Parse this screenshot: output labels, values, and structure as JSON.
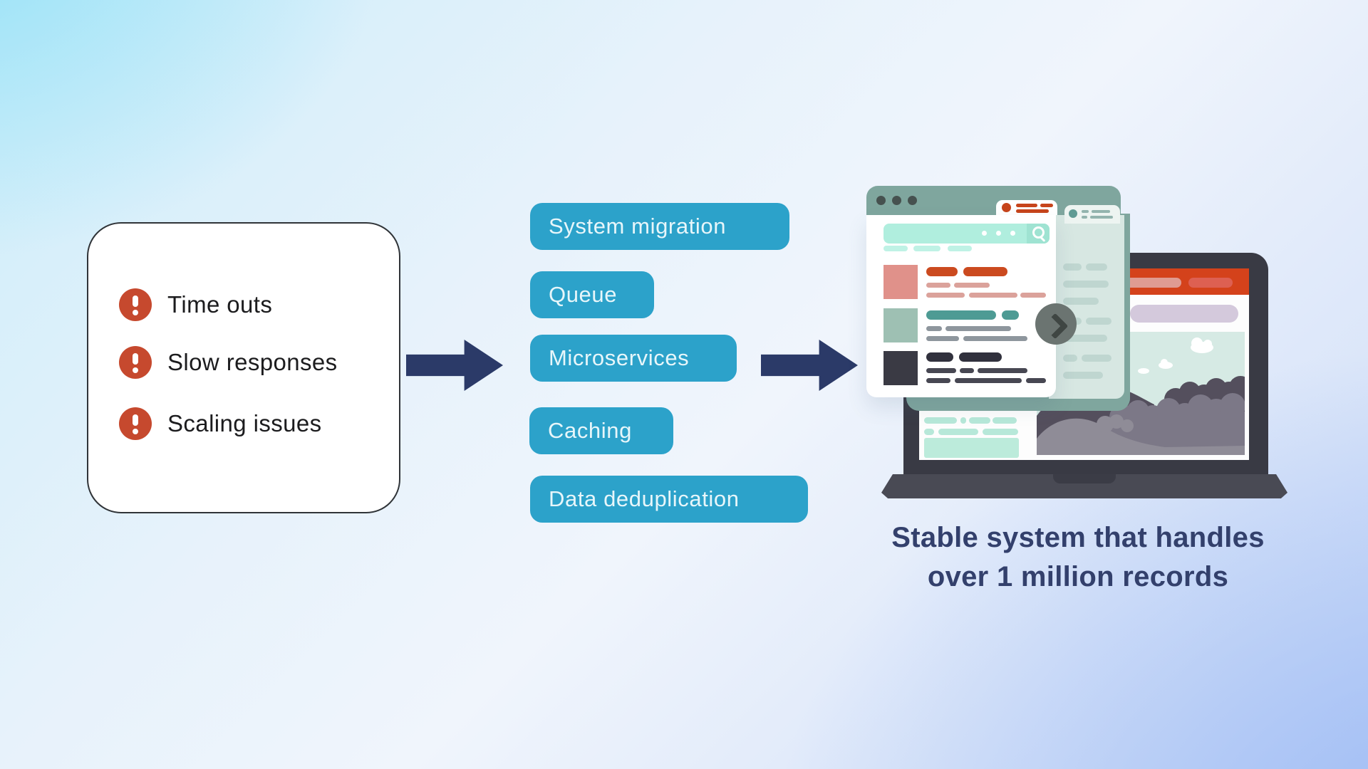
{
  "problems_card": {
    "items": [
      {
        "icon": "alert-exclamation-icon",
        "label": "Time outs"
      },
      {
        "icon": "alert-exclamation-icon",
        "label": "Slow responses"
      },
      {
        "icon": "alert-exclamation-icon",
        "label": "Scaling issues"
      }
    ]
  },
  "solutions": {
    "chips": [
      {
        "label": "System migration"
      },
      {
        "label": "Queue"
      },
      {
        "label": "Microservices"
      },
      {
        "label": "Caching"
      },
      {
        "label": "Data deduplication"
      }
    ]
  },
  "outcome": {
    "caption_line1": "Stable system that handles",
    "caption_line2": "over 1 million records"
  },
  "colors": {
    "background_top_left": "#BDE9F7",
    "background_bottom_right": "#A9C5F2",
    "chip_blue": "#2CA2CA",
    "arrow_navy": "#2B3A68",
    "alert_red": "#C6492E",
    "caption_navy": "#33406C",
    "window_header_sage": "#7FA69E",
    "search_mint": "#B0EEDE",
    "browser_red_header": "#D4421B"
  }
}
